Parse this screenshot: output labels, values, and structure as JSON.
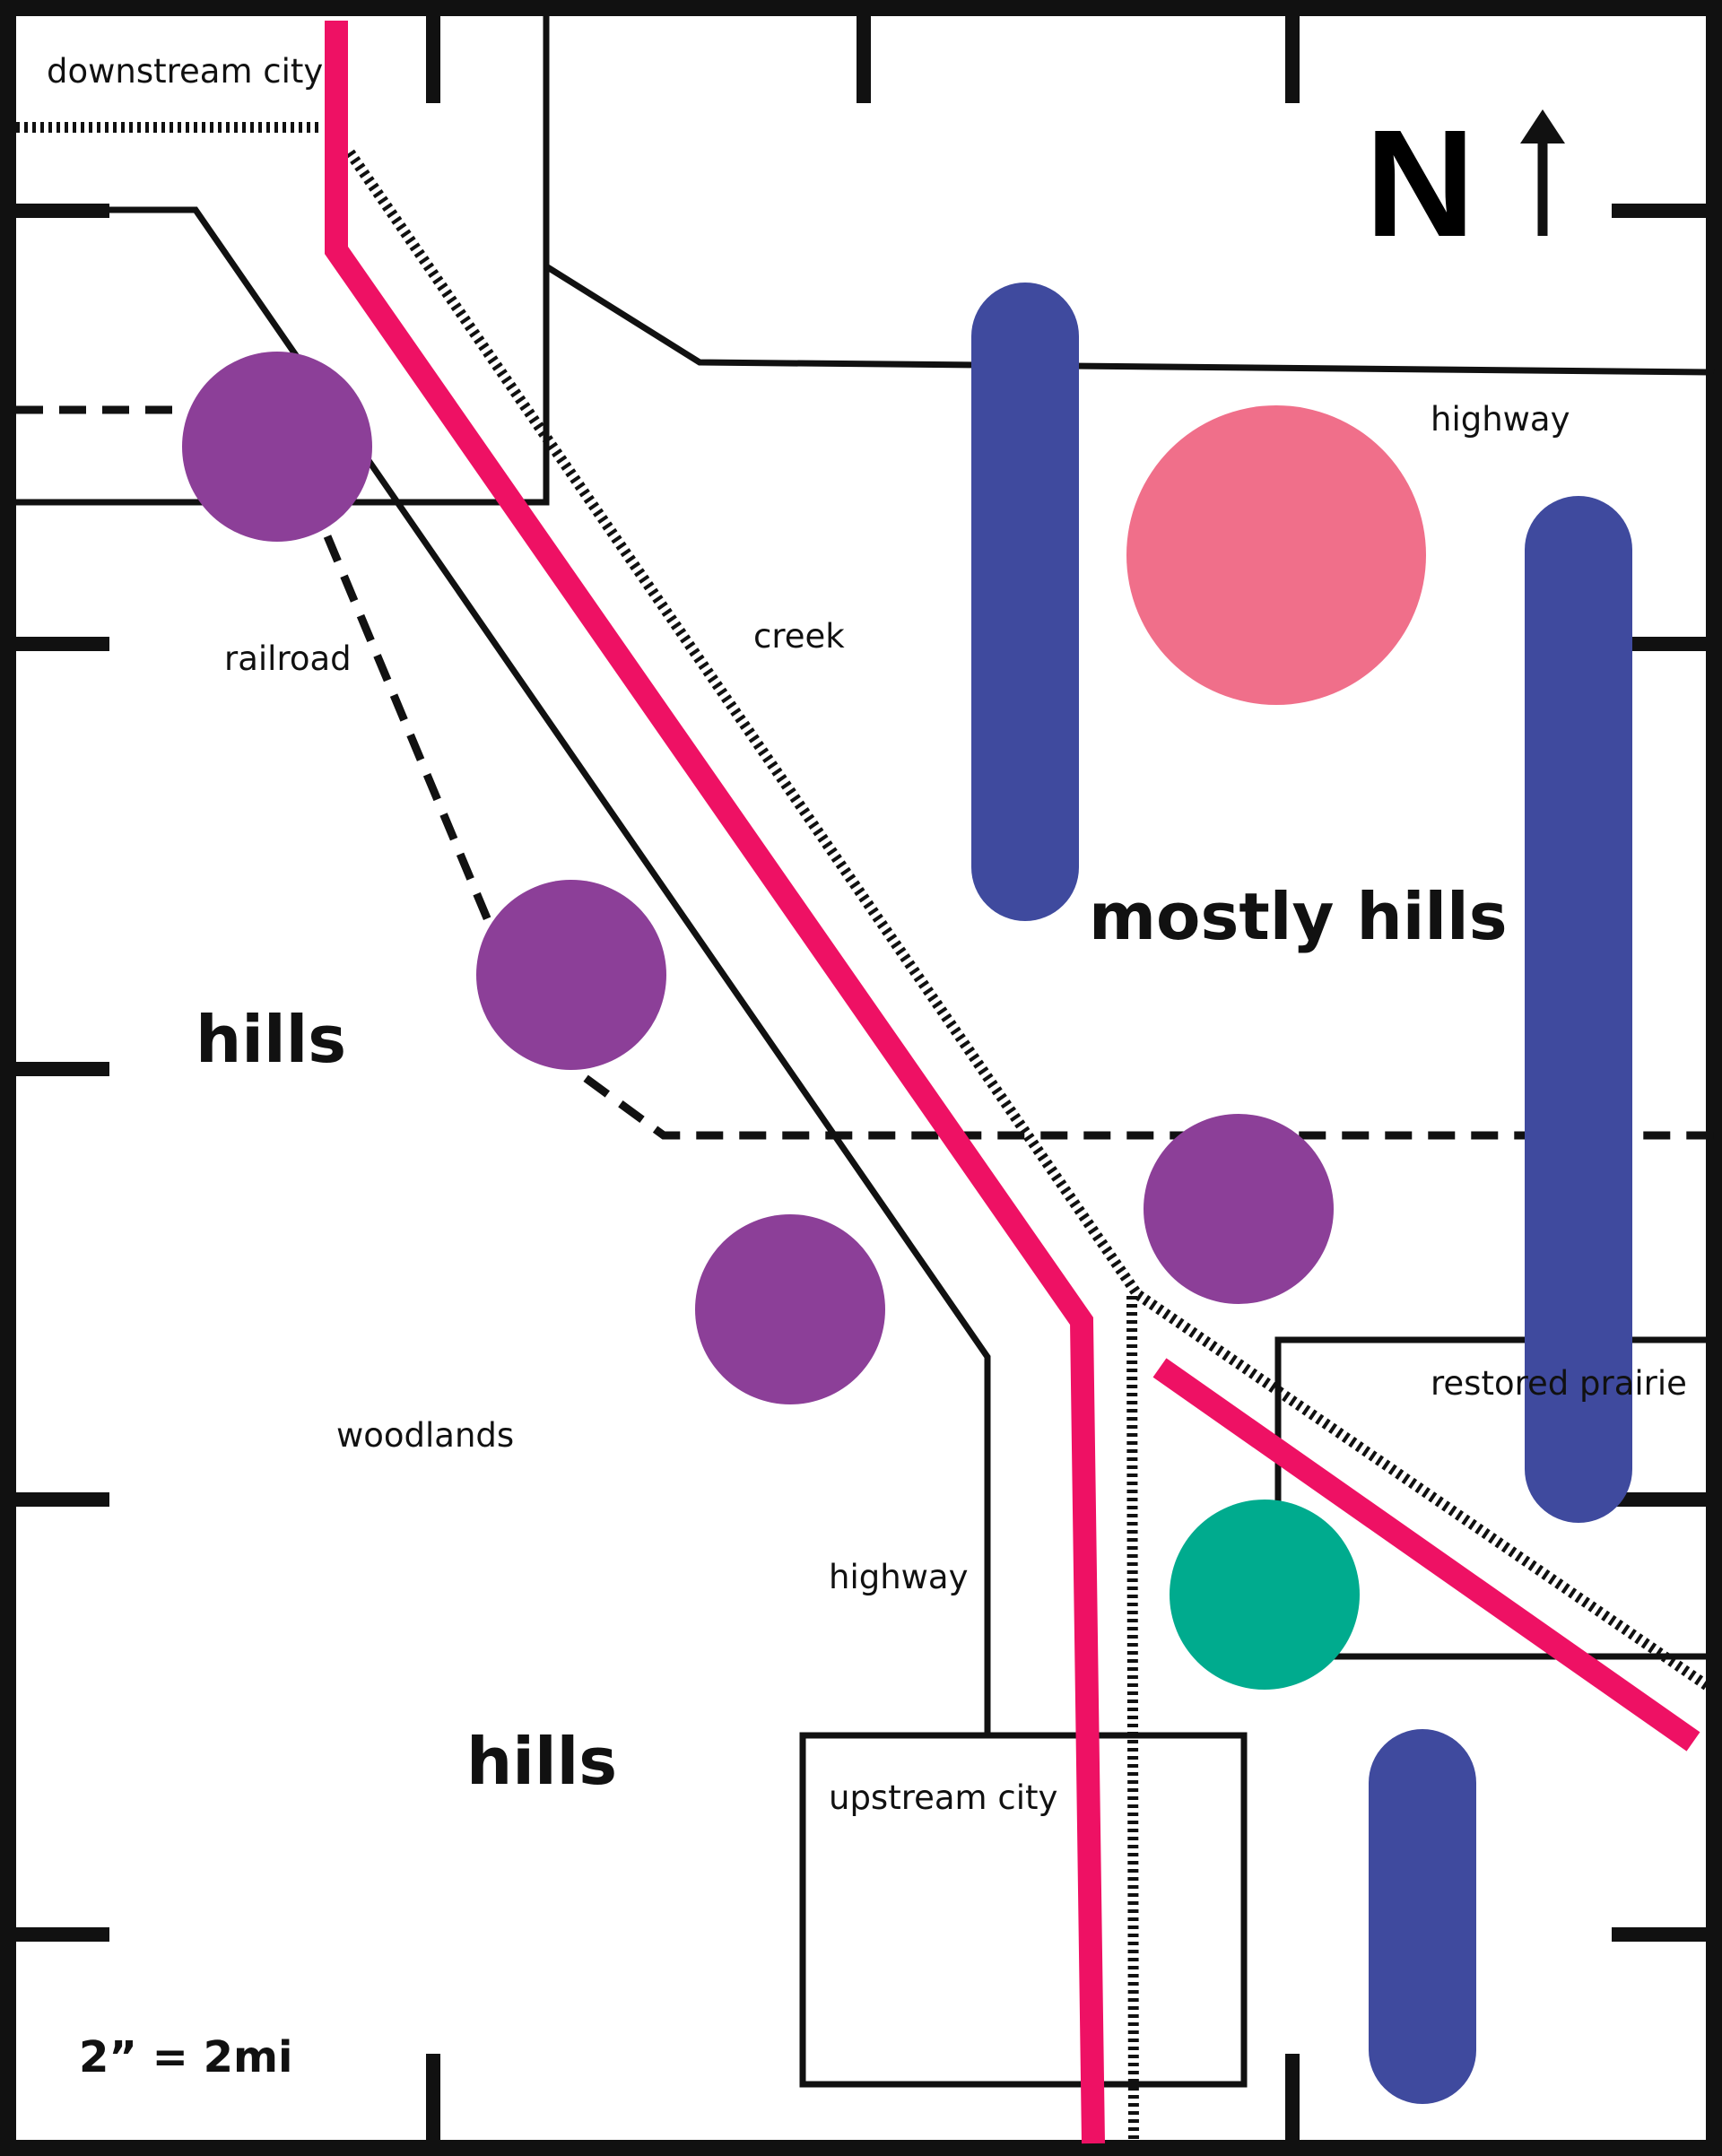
{
  "north_label": "N",
  "scale_label": "2” = 2mi",
  "labels": {
    "downstream_city": "downstream city",
    "railroad": "railroad",
    "creek": "creek",
    "highway_north": "highway",
    "mostly_hills": "mostly hills",
    "hills_west": "hills",
    "hills_south": "hills",
    "woodlands": "woodlands",
    "highway_south": "highway",
    "restored_prairie": "restored prairie",
    "upstream_city": "upstream city"
  },
  "colors": {
    "river": "#ee1164",
    "purple_marker": "#8c3f98",
    "pink_marker": "#f06f8a",
    "teal_marker": "#00ab8e",
    "blue_bar": "#3f4a9e",
    "line": "#111111"
  },
  "icons": {
    "north_arrow": "north-arrow-icon"
  }
}
